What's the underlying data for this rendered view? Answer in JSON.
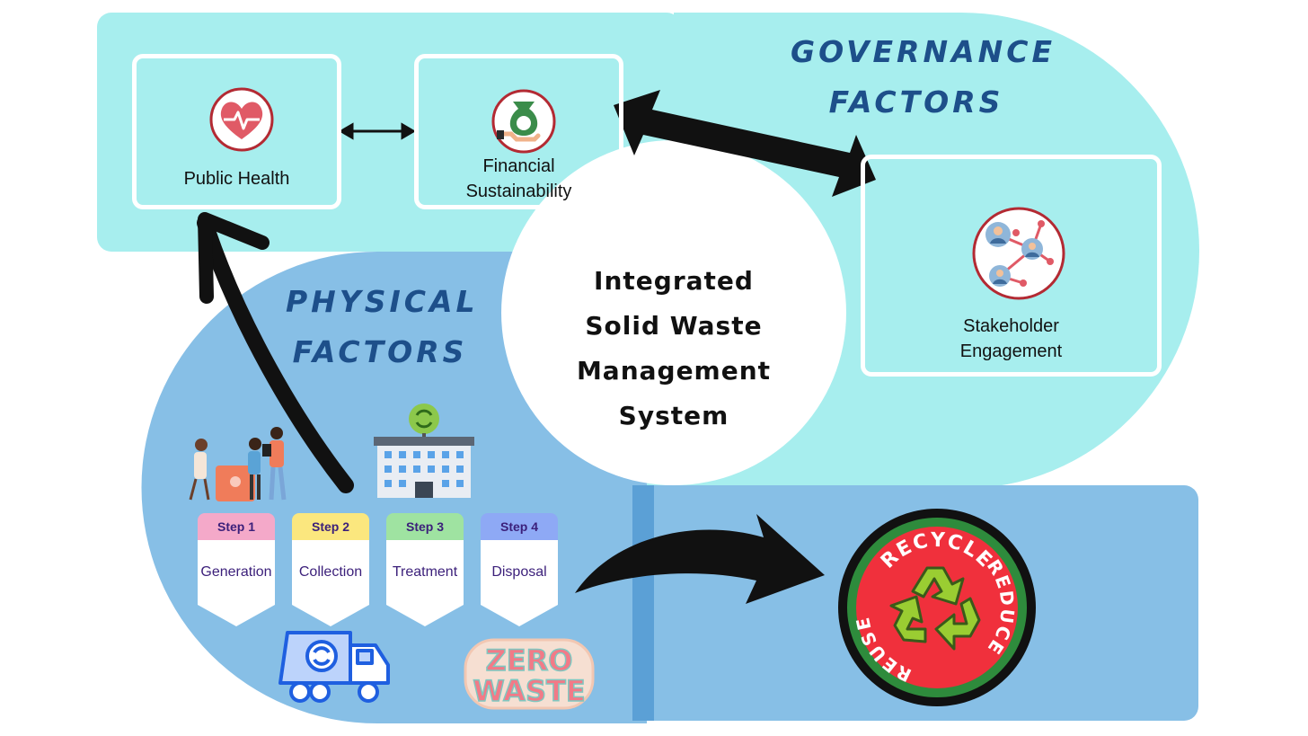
{
  "governance": {
    "heading_line1": "GOVERNANCE",
    "heading_line2": "FACTORS"
  },
  "physical": {
    "heading_line1": "PHYSICAL",
    "heading_line2": "FACTORS"
  },
  "center": {
    "lines": [
      "Integrated",
      "Solid Waste",
      "Management",
      "System"
    ]
  },
  "boxes": {
    "public_health": {
      "label": "Public Health",
      "icon": "heart-pulse-icon"
    },
    "financial": {
      "label_line1": "Financial",
      "label_line2": "Sustainability",
      "icon": "money-bag-icon"
    },
    "stakeholder": {
      "label_line1": "Stakeholder",
      "label_line2": "Engagement",
      "icon": "network-people-icon"
    }
  },
  "steps": [
    {
      "tab": "Step 1",
      "label": "Generation",
      "color": "#f4a9c9"
    },
    {
      "tab": "Step 2",
      "label": "Collection",
      "color": "#fbe77e"
    },
    {
      "tab": "Step 3",
      "label": "Treatment",
      "color": "#9fe3a1"
    },
    {
      "tab": "Step 4",
      "label": "Disposal",
      "color": "#8ea9f5"
    }
  ],
  "badge": {
    "top": "RECYCLE",
    "right": "REDUCE",
    "bottom": "REUSE"
  },
  "sticker": {
    "line1": "ZERO",
    "line2": "WASTE"
  },
  "colors": {
    "governance_bg": "#a7eeee",
    "physical_bg": "#87bfe6",
    "heading_text": "#1d4f8a",
    "arrow": "#111111",
    "badge_red": "#f0303c",
    "badge_green": "#2e8b3c",
    "recycle_arrows": "#9acd32"
  }
}
